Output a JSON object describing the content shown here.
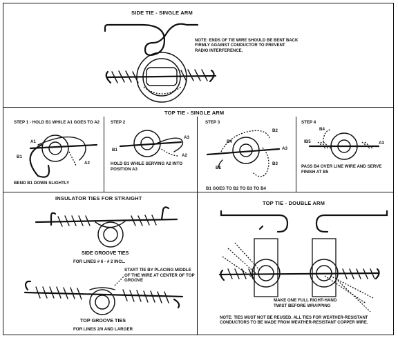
{
  "side_tie": {
    "title": "SIDE TIE - SINGLE ARM",
    "note": "NOTE:  ENDS OF TIE WIRE SHOULD BE BENT BACK FIRMLY AGAINST CONDUCTOR TO PREVENT RADIO INTERFERENCE."
  },
  "top_tie_single": {
    "title": "TOP TIE - SINGLE ARM",
    "step1": {
      "header": "STEP 1 - HOLD B1  WHILE A1 GOES TO A2",
      "labels": [
        "A1",
        "B1",
        "A2"
      ],
      "footer": "BEND B1 DOWN SLIGHTLY"
    },
    "step2": {
      "header": "STEP 2",
      "labels": [
        "A3",
        "B1",
        "A2"
      ],
      "footer": "HOLD B1  WHILE SERVING A2 INTO POSITION A3"
    },
    "step3": {
      "header": "STEP 3",
      "labels": [
        "B2",
        "B4",
        "A3",
        "B3",
        "B1"
      ],
      "footer": "B1  GOES TO B2  TO B3  TO B4"
    },
    "step4": {
      "header": "STEP 4",
      "labels": [
        "B4",
        "IB5",
        "A3"
      ],
      "footer": "PASS B4  OVER LINE WIRE AND SERVE FINISH AT B5"
    }
  },
  "insulator_ties": {
    "title": "INSULATOR TIES FOR STRAIGHT",
    "side_groove_caption": "SIDE GROOVE TIES",
    "side_groove_sub": "FOR LINES # 6 - # 2 INCL.",
    "start_note": "START TIE BY PLACING MIDDLE OF THE WIRE AT CENTER OF TOP GROOVE",
    "top_groove_caption": "TOP GROOVE TIES",
    "top_groove_sub": "FOR LINES 2/0 AND LARGER"
  },
  "top_tie_double": {
    "title": "TOP TIE - DOUBLE ARM",
    "twist_note": "MAKE ONE FULL RIGHT-HAND TWIST BEFORE WRAPPING",
    "note": "NOTE:  TIES MUST NOT BE REUSED. ALL TIES FOR WEATHER-RESISTANT CONDUCTORS TO BE MADE FROM WEATHER-RESISTANT COPPER WIRE."
  }
}
